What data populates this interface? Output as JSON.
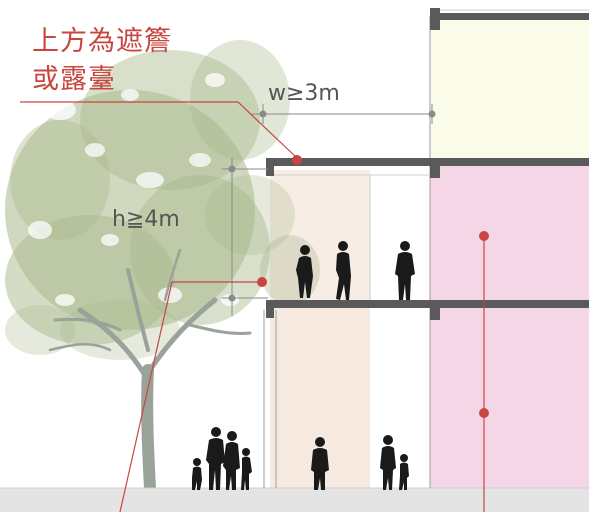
{
  "annotation": {
    "line1": "上方為遮簷",
    "line2": "或露臺"
  },
  "dimensions": {
    "width_label": "w≥3m",
    "height_label": "h≧4m"
  },
  "colors": {
    "accent_red": "#c8463f",
    "slab": "#5a5a5a",
    "pink_zone": "#f5d6e6",
    "yellow_zone": "#fbfbe9",
    "walkway_tint": "#f6e8de",
    "ground": "#e4e4e4",
    "dimension_line": "#8a8a8a",
    "tree_foliage": "#a9b98c",
    "tree_trunk": "#9aa39a",
    "figure": "#1a1a1a"
  },
  "icons": {
    "tree": "tree-illustration",
    "people": "pedestrian-silhouette",
    "marker": "red-dot-marker"
  }
}
